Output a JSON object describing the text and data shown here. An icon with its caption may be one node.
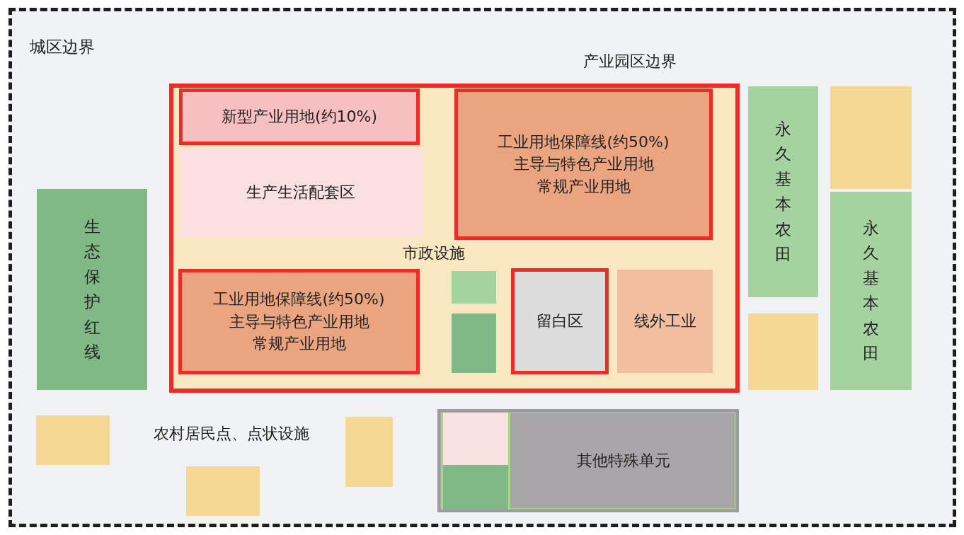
{
  "diagram": {
    "nodes": [
      {
        "text": [
          "城区边界"
        ]
      },
      {
        "text": [
          "产业园区边界",
          "市政设施"
        ],
        "in": 0
      },
      {
        "text": [
          "新型产业用地(约10%)"
        ],
        "in": 1
      },
      {
        "text": [
          "生产生活配套区"
        ],
        "in": 1
      },
      {
        "text": [
          "工业用地保障线(约50%)",
          "主导与特色产业用地",
          "常规产业用地"
        ],
        "in": 1
      },
      {
        "text": [
          "工业用地保障线(约50%)",
          "主导与特色产业用地",
          "常规产业用地"
        ],
        "in": 1
      },
      {
        "text": [],
        "shape": "box",
        "in": 1
      },
      {
        "text": [],
        "shape": "box",
        "in": 1
      },
      {
        "text": [
          "留白区"
        ],
        "in": 1
      },
      {
        "text": [
          "线外工业"
        ],
        "in": 1
      },
      {
        "text": [
          "生态保护红线"
        ],
        "in": 0
      },
      {
        "text": [
          "永久基本农田"
        ],
        "in": 0
      },
      {
        "text": [],
        "shape": "box",
        "in": 0
      },
      {
        "text": [
          "永久基本农田"
        ],
        "in": 0
      },
      {
        "text": [],
        "shape": "box",
        "in": 0
      },
      {
        "text": [],
        "shape": "box",
        "in": 0
      },
      {
        "text": [],
        "shape": "box",
        "in": 0
      },
      {
        "text": [],
        "shape": "box",
        "in": 0
      },
      {
        "text": [
          "其他特殊单元"
        ],
        "in": 0
      },
      {
        "text": [],
        "shape": "box",
        "in": 18
      },
      {
        "text": [],
        "shape": "box",
        "in": 18
      }
    ],
    "labels": [
      "农村居民点、点状设施"
    ]
  }
}
